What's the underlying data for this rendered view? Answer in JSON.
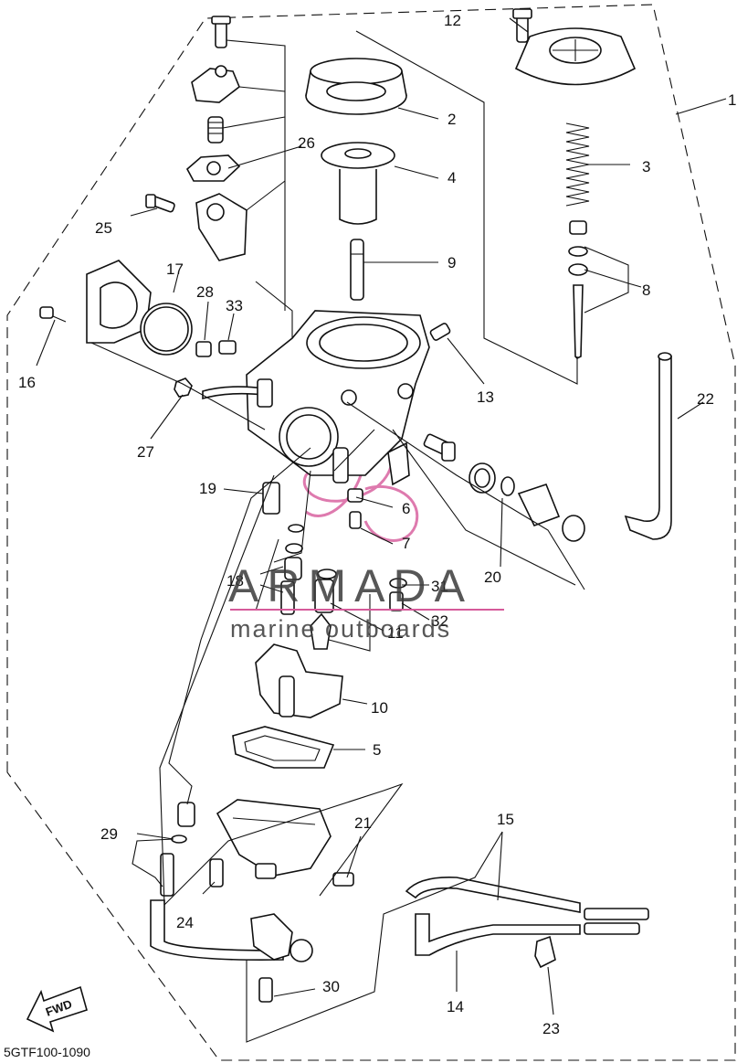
{
  "diagram": {
    "callouts": [
      "1",
      "2",
      "3",
      "4",
      "5",
      "6",
      "7",
      "8",
      "9",
      "10",
      "11",
      "12",
      "13",
      "14",
      "15",
      "16",
      "17",
      "18",
      "19",
      "20",
      "21",
      "22",
      "23",
      "24",
      "25",
      "26",
      "27",
      "28",
      "29",
      "30",
      "31",
      "32",
      "33"
    ],
    "drawing_code": "5GTF100-1090",
    "fwd_label": "FWD"
  },
  "watermark": {
    "brand": "ARMADA",
    "tagline": "marine outboards",
    "accent_color": "#d65a9a",
    "text_color": "#3a3a3a"
  }
}
